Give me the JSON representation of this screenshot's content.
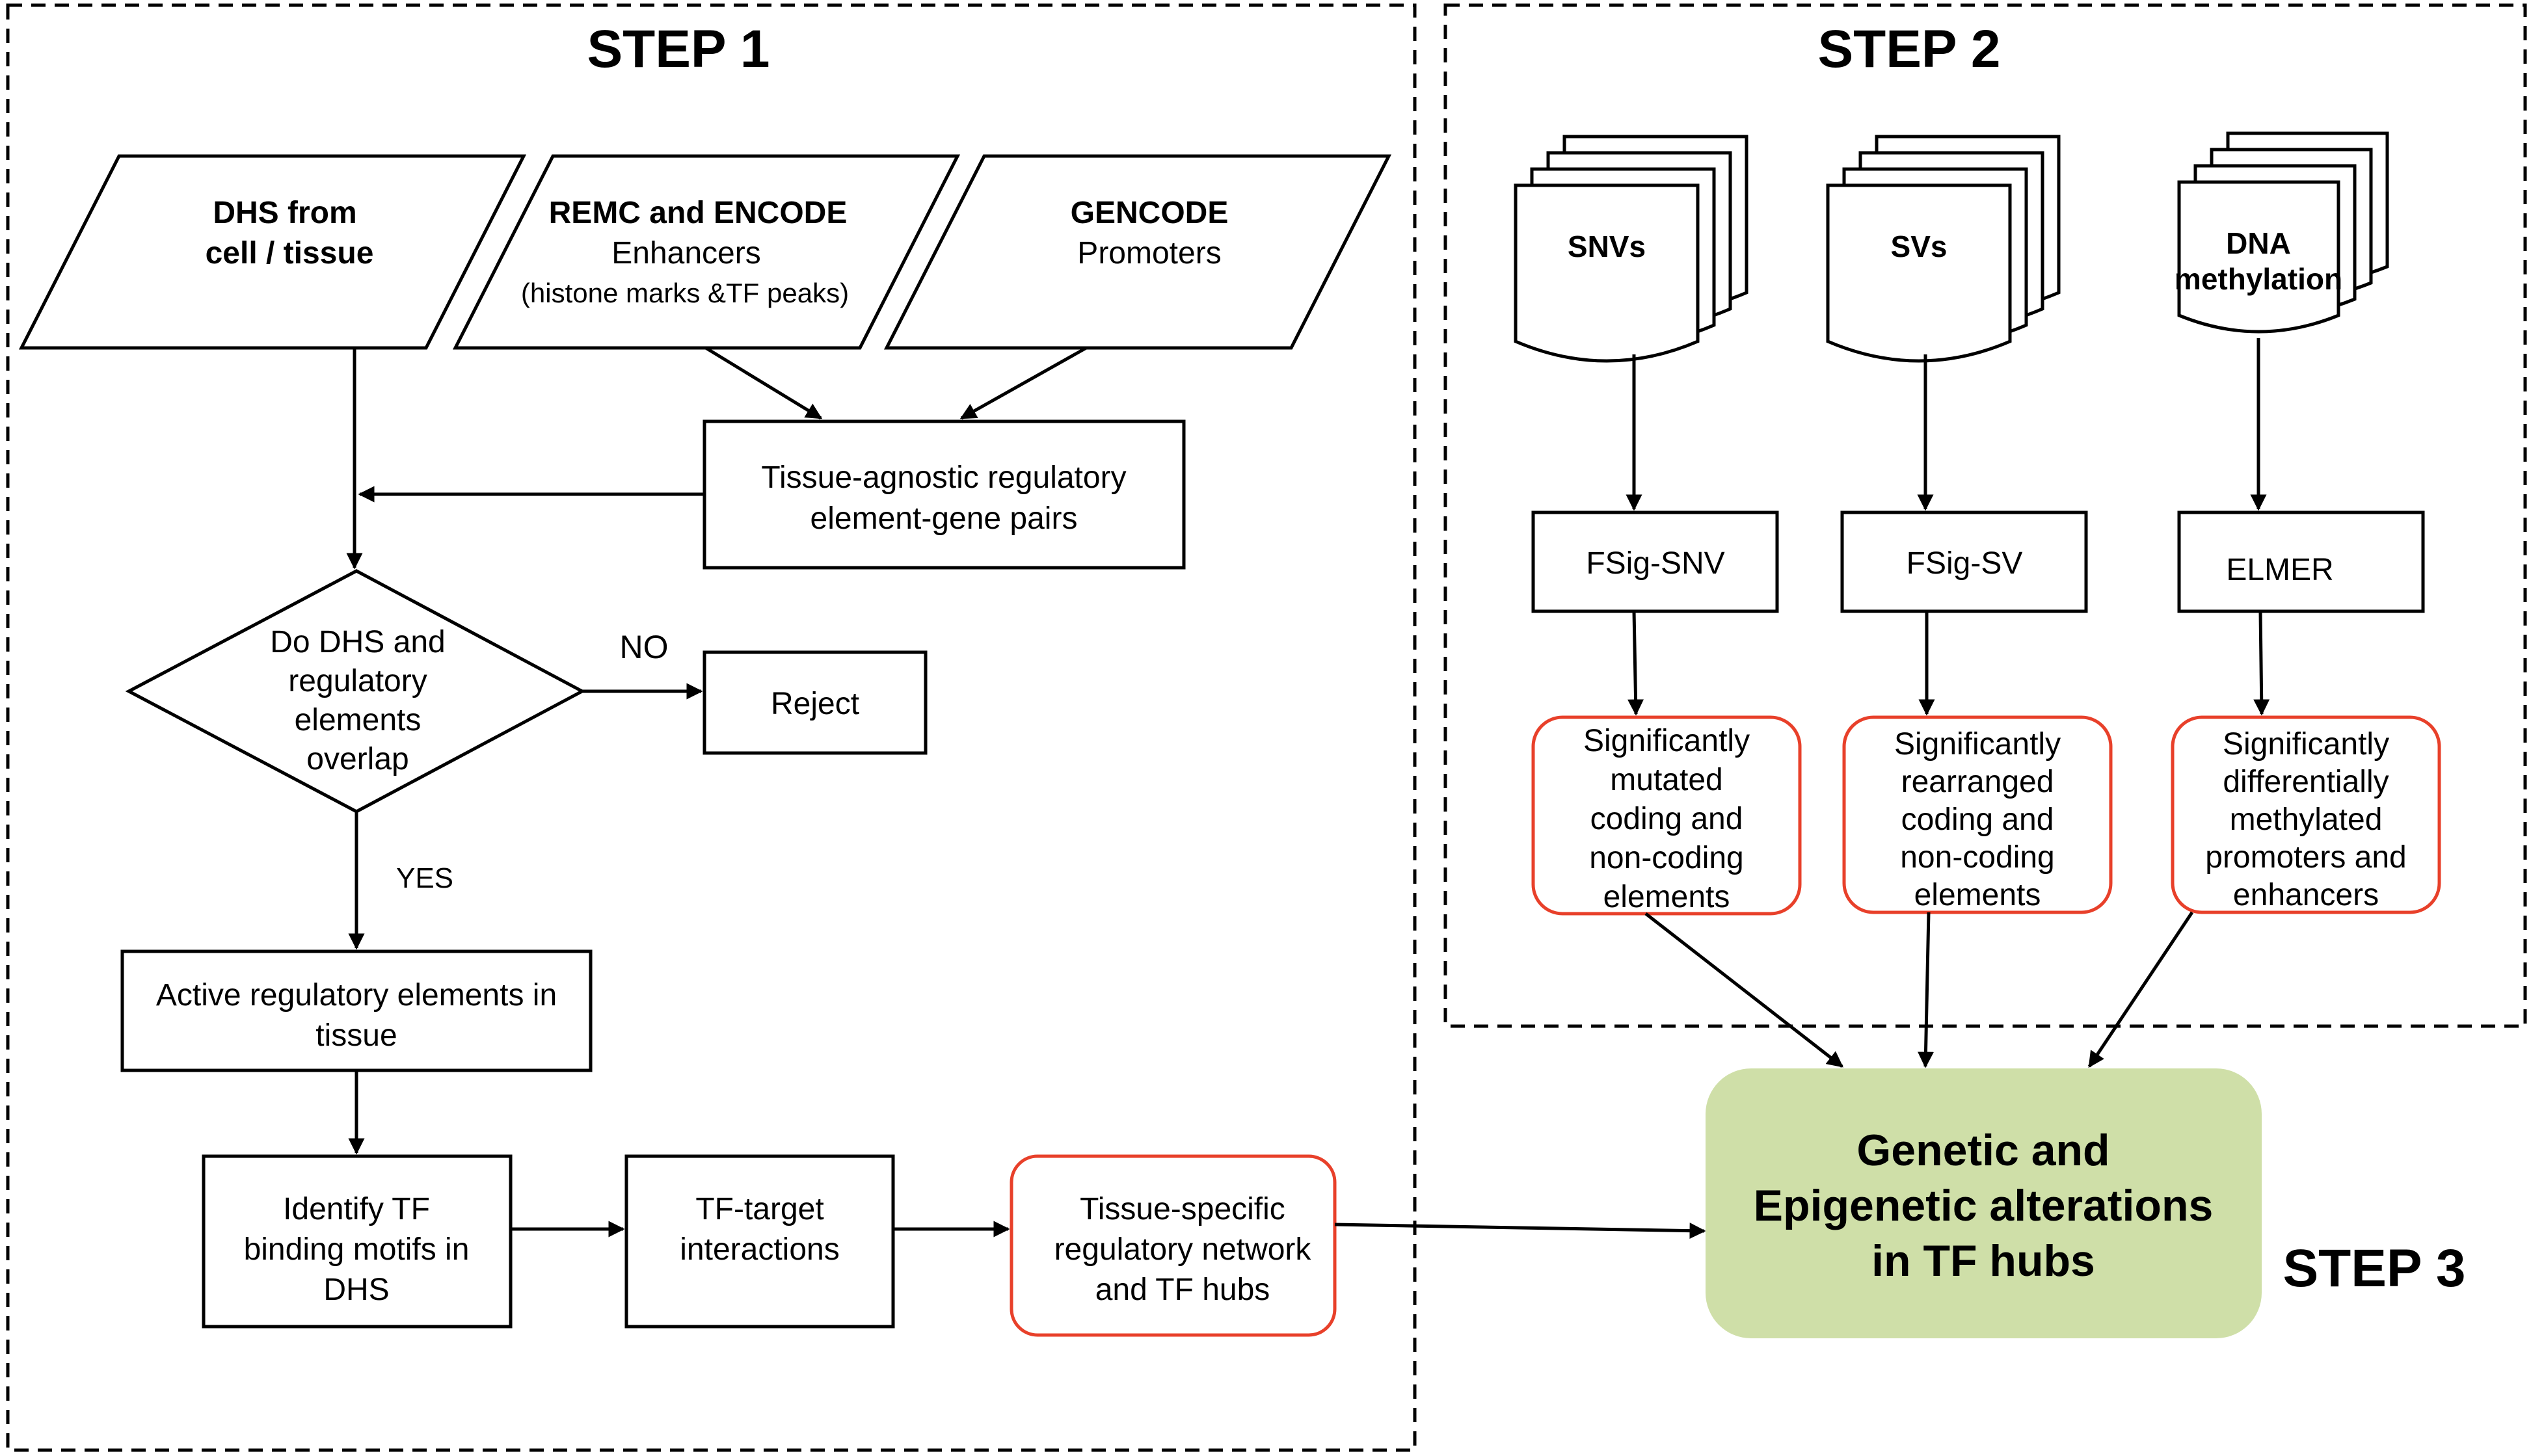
{
  "steps": {
    "step1": "STEP 1",
    "step2": "STEP 2",
    "step3": "STEP 3"
  },
  "step1": {
    "inputs": {
      "dhs": [
        "DHS from",
        "cell / tissue"
      ],
      "remc_title": "REMC and ENCODE",
      "remc_sub1": "Enhancers",
      "remc_sub2": "(histone marks &TF peaks)",
      "gencode_title": "GENCODE",
      "gencode_sub": "Promoters"
    },
    "agnostic": [
      "Tissue-agnostic regulatory",
      "element-gene pairs"
    ],
    "decision": [
      "Do DHS and",
      "regulatory",
      "elements",
      "overlap"
    ],
    "no_label": "NO",
    "yes_label": "YES",
    "reject": "Reject",
    "active": [
      "Active regulatory elements in",
      "tissue"
    ],
    "identify": [
      "Identify TF",
      "binding motifs in",
      "DHS"
    ],
    "tf_target": [
      "TF-target",
      "interactions"
    ],
    "network": [
      "Tissue-specific",
      "regulatory network",
      "and TF hubs"
    ]
  },
  "step2": {
    "docs": {
      "snv": "SNVs",
      "sv": "SVs",
      "dna": [
        "DNA",
        "methylation"
      ]
    },
    "tools": {
      "fsig_snv": "FSig-SNV",
      "fsig_sv": "FSig-SV",
      "elmer": "ELMER"
    },
    "results": {
      "mutated": [
        "Significantly",
        "mutated",
        "coding and",
        "non-coding",
        "elements"
      ],
      "rearranged": [
        "Significantly",
        "rearranged",
        "coding and",
        "non-coding",
        "elements"
      ],
      "methylated": [
        "Significantly",
        "differentially",
        "methylated",
        "promoters and",
        "enhancers"
      ]
    }
  },
  "step3": {
    "hub": [
      "Genetic and",
      "Epigenetic alterations",
      "in TF hubs"
    ]
  },
  "colors": {
    "highlight_border": "#e8402a",
    "hub_fill": "#cfdfa8",
    "line": "#000000"
  }
}
